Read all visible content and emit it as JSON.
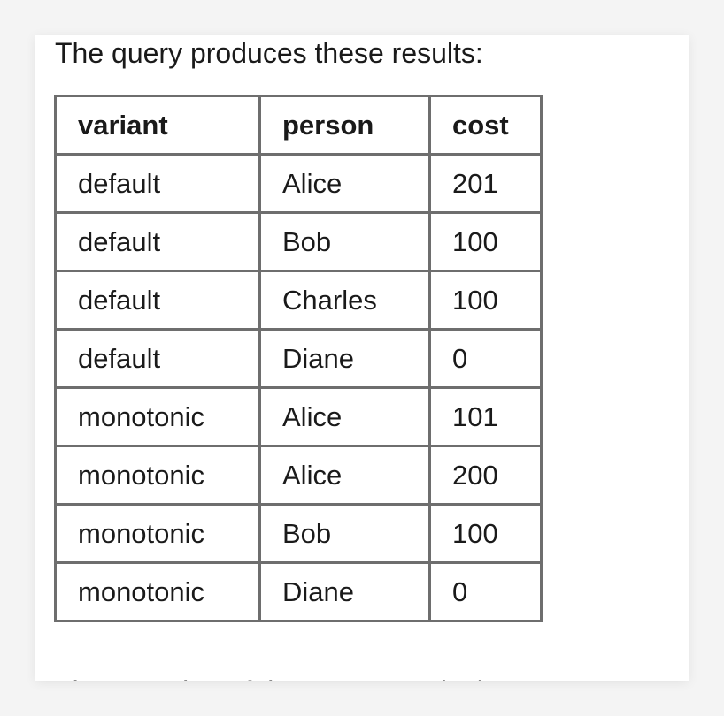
{
  "intro": {
    "text": "The query produces these results:"
  },
  "table": {
    "headers": {
      "variant": "variant",
      "person": "person",
      "cost": "cost"
    },
    "rows": [
      {
        "variant": "default",
        "person": "Alice",
        "cost": "201"
      },
      {
        "variant": "default",
        "person": "Bob",
        "cost": "100"
      },
      {
        "variant": "default",
        "person": "Charles",
        "cost": "100"
      },
      {
        "variant": "default",
        "person": "Diane",
        "cost": "0"
      },
      {
        "variant": "monotonic",
        "person": "Alice",
        "cost": "101"
      },
      {
        "variant": "monotonic",
        "person": "Alice",
        "cost": "200"
      },
      {
        "variant": "monotonic",
        "person": "Bob",
        "cost": "100"
      },
      {
        "variant": "monotonic",
        "person": "Diane",
        "cost": "0"
      }
    ]
  },
  "following_text": {
    "text": "The meaning of the query results is"
  },
  "colors": {
    "border": "#6e6e6e",
    "text": "#1a1a1a",
    "background": "#ffffff"
  }
}
